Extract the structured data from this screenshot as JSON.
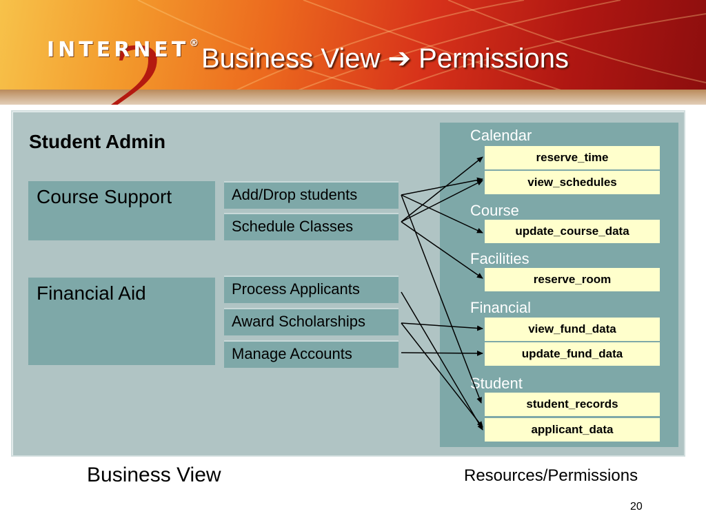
{
  "header": {
    "logo_text": "INTERNET",
    "logo_mark": "2",
    "logo_registered": "®",
    "title_part1": "Business View",
    "arrow_glyph": "➔",
    "title_part2": "Permissions"
  },
  "business": {
    "heading": "Student Admin",
    "roles": [
      {
        "label": "Course Support",
        "tasks": [
          "Add/Drop students",
          "Schedule Classes"
        ]
      },
      {
        "label": "Financial Aid",
        "tasks": [
          "Process Applicants",
          "Award Scholarships",
          "Manage Accounts"
        ]
      }
    ]
  },
  "resources": {
    "categories": [
      {
        "label": "Calendar",
        "items": [
          "reserve_time",
          "view_schedules"
        ]
      },
      {
        "label": "Course",
        "items": [
          "update_course_data"
        ]
      },
      {
        "label": "Facilities",
        "items": [
          "reserve_room"
        ]
      },
      {
        "label": "Financial",
        "items": [
          "view_fund_data",
          "update_fund_data"
        ]
      },
      {
        "label": "Student",
        "items": [
          "student_records",
          "applicant_data"
        ]
      }
    ]
  },
  "permissions": [
    {
      "from": "Add/Drop students",
      "to": "view_schedules"
    },
    {
      "from": "Add/Drop students",
      "to": "update_course_data"
    },
    {
      "from": "Add/Drop students",
      "to": "student_records"
    },
    {
      "from": "Schedule Classes",
      "to": "reserve_time"
    },
    {
      "from": "Schedule Classes",
      "to": "view_schedules"
    },
    {
      "from": "Schedule Classes",
      "to": "reserve_room"
    },
    {
      "from": "Process Applicants",
      "to": "applicant_data"
    },
    {
      "from": "Award Scholarships",
      "to": "view_fund_data"
    },
    {
      "from": "Award Scholarships",
      "to": "applicant_data"
    },
    {
      "from": "Manage Accounts",
      "to": "update_fund_data"
    }
  ],
  "footer": {
    "left_label": "Business View",
    "right_label": "Resources/Permissions",
    "page_number": "20"
  },
  "colors": {
    "panel_bg": "#b0c4c4",
    "box_bg": "#7ea8a8",
    "resource_bg": "#ffffcc",
    "header_start": "#f7c24a",
    "header_end": "#8c0e0e"
  }
}
